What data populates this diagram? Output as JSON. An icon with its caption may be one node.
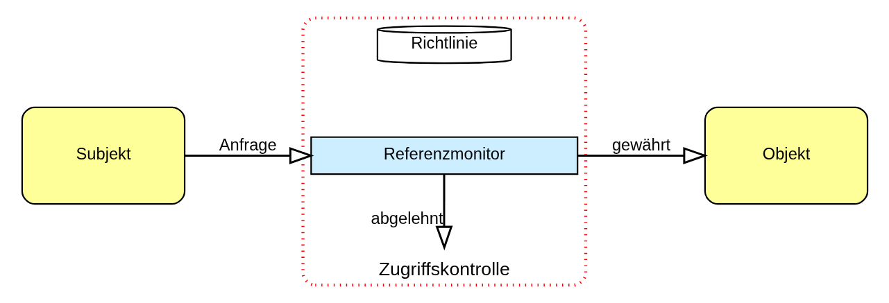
{
  "diagram": {
    "nodes": [
      {
        "text": [
          "Subjekt"
        ]
      },
      {
        "text": [
          "Zugriffskontrolle"
        ]
      },
      {
        "text": [
          "Richtlinie"
        ],
        "in": 1
      },
      {
        "text": [
          "Referenzmonitor"
        ],
        "in": 1
      },
      {
        "text": [
          "Objekt"
        ]
      }
    ],
    "edges": [
      {
        "from": 0,
        "to": 3,
        "arrow": "to",
        "label": "Anfrage"
      },
      {
        "from": 3,
        "to": 4,
        "arrow": "to",
        "label": "gewährt"
      },
      {
        "from": 3,
        "to": null,
        "arrow": "to",
        "label": "abgelehnt"
      }
    ]
  }
}
